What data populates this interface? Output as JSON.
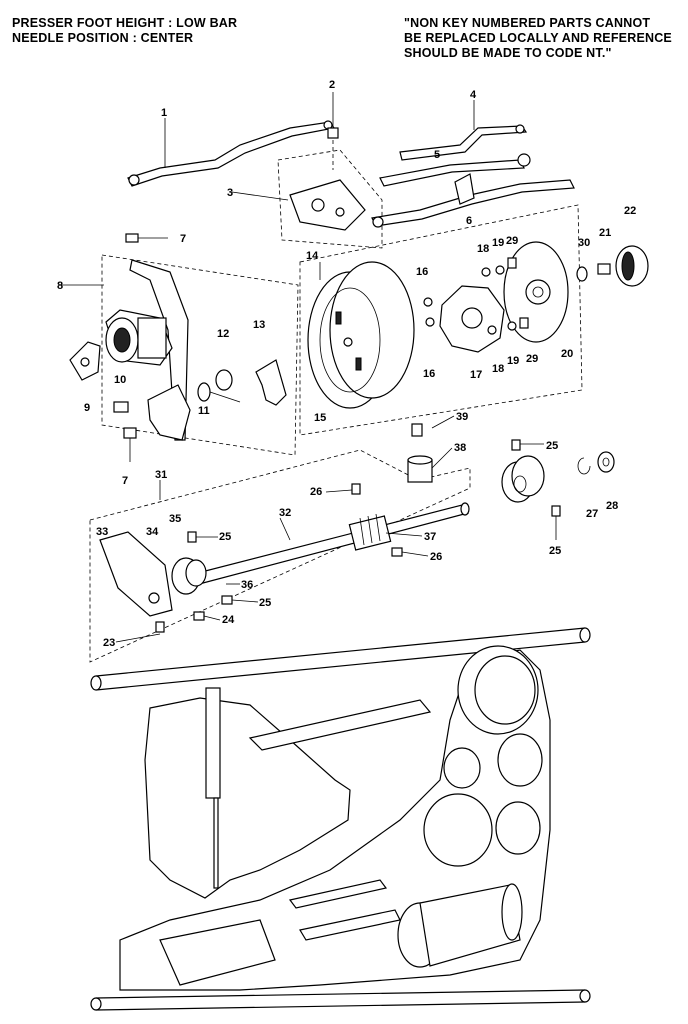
{
  "header": {
    "left_lines": [
      "PRESSER FOOT HEIGHT : LOW BAR",
      "NEEDLE POSITION : CENTER"
    ],
    "right_lines": [
      "\"NON KEY NUMBERED PARTS CANNOT",
      "BE REPLACED LOCALLY AND REFERENCE",
      "SHOULD BE MADE TO CODE NT.\""
    ]
  },
  "part_labels": {
    "p1": "1",
    "p2": "2",
    "p3": "3",
    "p4": "4",
    "p5": "5",
    "p6": "6",
    "p7a": "7",
    "p7b": "7",
    "p8": "8",
    "p9": "9",
    "p10": "10",
    "p11": "11",
    "p12": "12",
    "p13": "13",
    "p14": "14",
    "p15": "15",
    "p16a": "16",
    "p16b": "16",
    "p17": "17",
    "p18a": "18",
    "p18b": "18",
    "p19a": "19",
    "p19b": "19",
    "p20": "20",
    "p21": "21",
    "p22": "22",
    "p23": "23",
    "p24": "24",
    "p25a": "25",
    "p25b": "25",
    "p25c": "25",
    "p25d": "25",
    "p26a": "26",
    "p26b": "26",
    "p27": "27",
    "p28": "28",
    "p29a": "29",
    "p29b": "29",
    "p30": "30",
    "p31": "31",
    "p32": "32",
    "p33": "33",
    "p34": "34",
    "p35": "35",
    "p36": "36",
    "p37": "37",
    "p38": "38",
    "p39": "39"
  }
}
